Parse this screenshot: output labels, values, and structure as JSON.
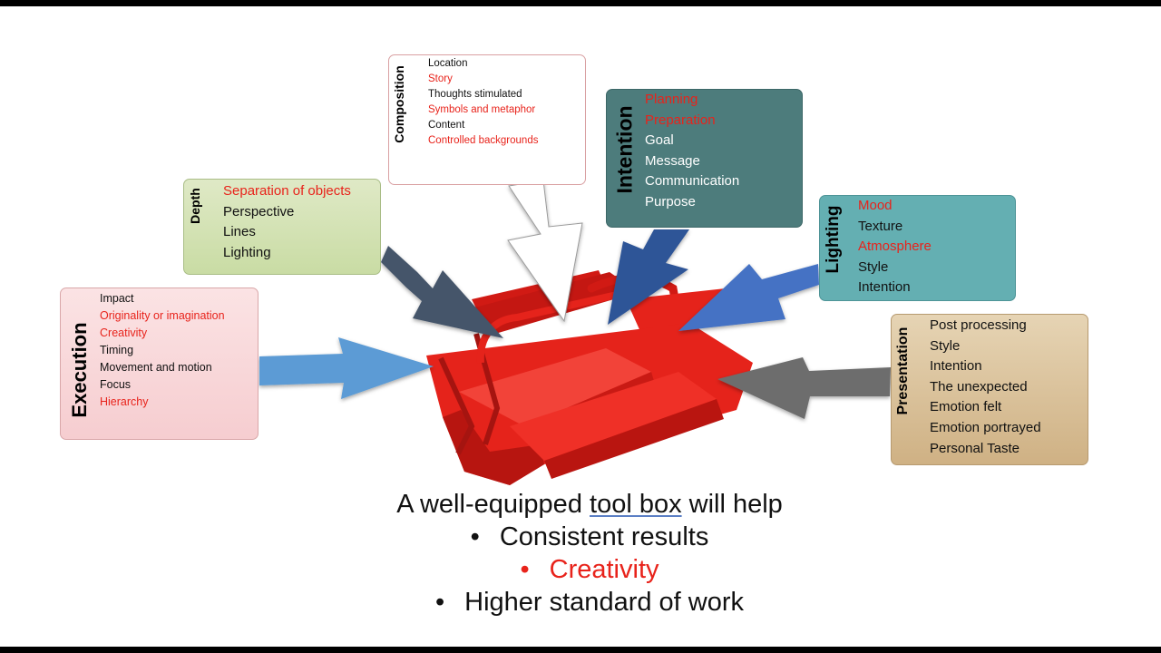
{
  "boxes": {
    "execution": {
      "title": "Execution",
      "items": [
        {
          "text": "Impact",
          "highlight": false
        },
        {
          "text": "Originality or imagination",
          "highlight": true
        },
        {
          "text": "Creativity",
          "highlight": true
        },
        {
          "text": "Timing",
          "highlight": false
        },
        {
          "text": "Movement and motion",
          "highlight": false
        },
        {
          "text": "Focus",
          "highlight": false
        },
        {
          "text": "Hierarchy",
          "highlight": true
        }
      ]
    },
    "depth": {
      "title": "Depth",
      "items": [
        {
          "text": "Separation of objects",
          "highlight": true
        },
        {
          "text": "Perspective",
          "highlight": false
        },
        {
          "text": "Lines",
          "highlight": false
        },
        {
          "text": "Lighting",
          "highlight": false
        }
      ]
    },
    "composition": {
      "title": "Composition",
      "items": [
        {
          "text": "Location",
          "highlight": false
        },
        {
          "text": "Story",
          "highlight": true
        },
        {
          "text": "Thoughts stimulated",
          "highlight": false
        },
        {
          "text": "Symbols and metaphor",
          "highlight": true
        },
        {
          "text": "Content",
          "highlight": false
        },
        {
          "text": "Controlled backgrounds",
          "highlight": true
        }
      ]
    },
    "intention": {
      "title": "Intention",
      "items": [
        {
          "text": "Planning",
          "highlight": true
        },
        {
          "text": "Preparation",
          "highlight": true
        },
        {
          "text": "Goal",
          "highlight": false
        },
        {
          "text": "Message",
          "highlight": false
        },
        {
          "text": "Communication",
          "highlight": false
        },
        {
          "text": "Purpose",
          "highlight": false
        }
      ]
    },
    "lighting": {
      "title": "Lighting",
      "items": [
        {
          "text": "Mood",
          "highlight": true
        },
        {
          "text": "Texture",
          "highlight": false
        },
        {
          "text": "Atmosphere",
          "highlight": true
        },
        {
          "text": "Style",
          "highlight": false
        },
        {
          "text": "Intention",
          "highlight": false
        }
      ]
    },
    "presentation": {
      "title": "Presentation",
      "items": [
        {
          "text": "Post processing",
          "highlight": false
        },
        {
          "text": "Style",
          "highlight": false
        },
        {
          "text": "Intention",
          "highlight": false
        },
        {
          "text": "The unexpected",
          "highlight": false
        },
        {
          "text": "Emotion felt",
          "highlight": false
        },
        {
          "text": "Emotion portrayed",
          "highlight": false
        },
        {
          "text": "Personal Taste",
          "highlight": false
        }
      ]
    }
  },
  "caption": {
    "headline_pre": "A well-equipped ",
    "headline_link": "tool box",
    "headline_post": " will help",
    "bullet_symbol": "•",
    "bullets": [
      {
        "text": "Consistent results",
        "highlight": false
      },
      {
        "text": "Creativity",
        "highlight": true
      },
      {
        "text": "Higher standard of work",
        "highlight": false
      }
    ]
  },
  "colors": {
    "highlight": "#e8231b",
    "toolbox_red": "#e5231b",
    "arrow_light_blue": "#5b9bd5",
    "arrow_slate": "#44546a",
    "arrow_white": "#ffffff",
    "arrow_navy": "#2f5597",
    "arrow_blue": "#4472c4",
    "arrow_grey": "#6d6d6d"
  }
}
